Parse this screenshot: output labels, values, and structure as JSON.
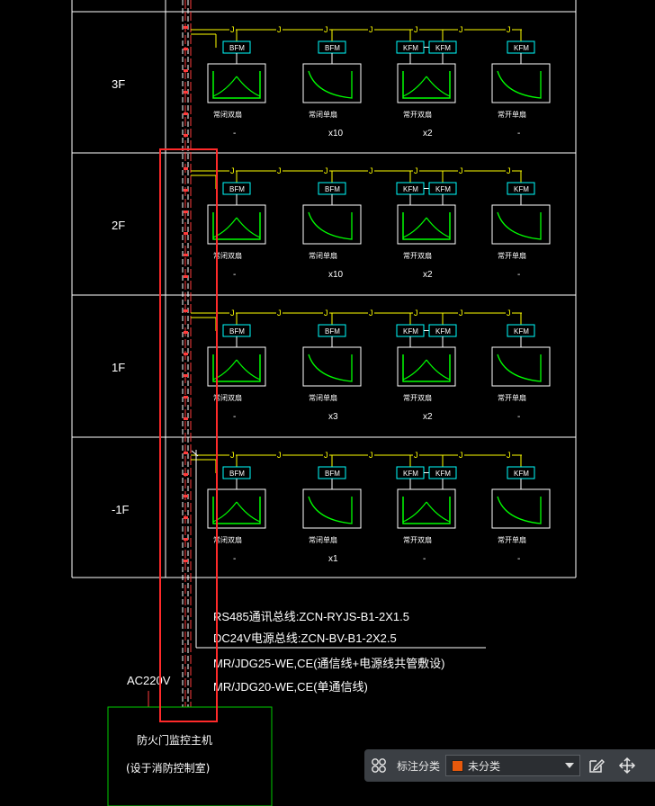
{
  "drawing": {
    "colors": {
      "background": "#000000",
      "grid": "#ffffff",
      "bus": "#ffff00",
      "tag_border": "#00ffff",
      "symbol": "#00ff00",
      "selection": "#ff0000",
      "host_box": "#00cc00"
    },
    "floors": [
      {
        "label": "3F",
        "counts": [
          "-",
          "x10",
          "x2",
          "-"
        ]
      },
      {
        "label": "2F",
        "counts": [
          "-",
          "x10",
          "x2",
          "-"
        ]
      },
      {
        "label": "1F",
        "counts": [
          "-",
          "x3",
          "x2",
          "-"
        ]
      },
      {
        "label": "-1F",
        "counts": [
          "-",
          "x1",
          "-",
          "-"
        ]
      }
    ],
    "devices": [
      {
        "tags": [
          "BFM"
        ],
        "name": "常闭双扇"
      },
      {
        "tags": [
          "BFM"
        ],
        "name": "常闭单扇"
      },
      {
        "tags": [
          "KFM",
          "KFM"
        ],
        "name": "常开双扇"
      },
      {
        "tags": [
          "KFM"
        ],
        "name": "常开单扇"
      }
    ],
    "junction_label": "J",
    "notes": [
      "RS485通讯总线:ZCN-RYJS-B1-2X1.5",
      "DC24V电源总线:ZCN-BV-B1-2X2.5",
      "MR/JDG25-WE,CE(通信线+电源线共管敷设)",
      "MR/JDG20-WE,CE(单通信线)"
    ],
    "power_label": "AC220V",
    "host": {
      "line1": "防火门监控主机",
      "line2": "(设于消防控制室)"
    }
  },
  "toolbar": {
    "grid_icon": "grid-icon",
    "label": "标注分类",
    "select_value": "未分类",
    "select_swatch": "#e8590c",
    "edit_icon": "edit-icon",
    "move_icon": "move-icon"
  }
}
